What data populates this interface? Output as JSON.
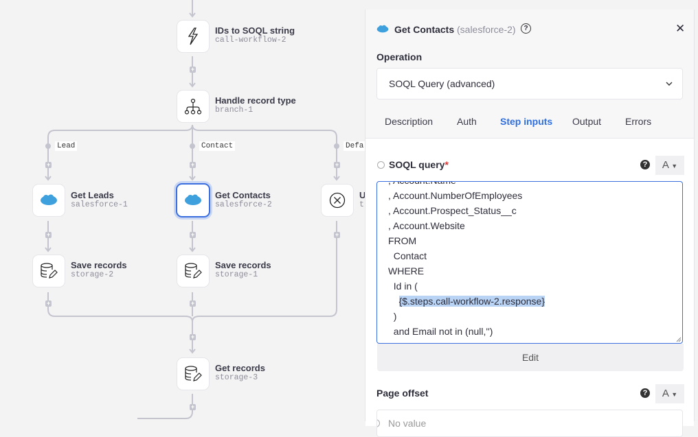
{
  "flow": {
    "nodes": [
      {
        "title": "IDs to SOQL string",
        "id": "call-workflow-2",
        "icon": "lightning-icon"
      },
      {
        "title": "Handle record type",
        "id": "branch-1",
        "icon": "branch-icon"
      },
      {
        "title": "Get Leads",
        "id": "salesforce-1",
        "icon": "salesforce-icon"
      },
      {
        "title": "Get Contacts",
        "id": "salesforce-2",
        "icon": "salesforce-icon"
      },
      {
        "title": "U",
        "id": "t",
        "icon": "close-circle-icon"
      },
      {
        "title": "Save records",
        "id": "storage-2",
        "icon": "database-edit-icon"
      },
      {
        "title": "Save records",
        "id": "storage-1",
        "icon": "database-edit-icon"
      },
      {
        "title": "Get records",
        "id": "storage-3",
        "icon": "database-edit-icon"
      }
    ],
    "branches": [
      "Lead",
      "Contact",
      "Defa"
    ],
    "selected": "salesforce-2"
  },
  "panel": {
    "title": "Get Contacts",
    "subtitle": "(salesforce-2)",
    "operation_label": "Operation",
    "operation_value": "SOQL Query (advanced)",
    "tabs": [
      "Description",
      "Auth",
      "Step inputs",
      "Output",
      "Errors"
    ],
    "active_tab": "Step inputs",
    "accent": "#2f6fe0",
    "soql": {
      "label": "SOQL query",
      "required": "*",
      "type_glyph": "A",
      "lines": [
        ", Account.Name",
        ", Account.NumberOfEmployees",
        ", Account.Prospect_Status__c",
        ", Account.Website",
        "FROM",
        "  Contact",
        "WHERE",
        "  Id in (",
        "    {$.steps.call-workflow-2.response}",
        "  )",
        "  and Email not in (null,'')"
      ],
      "edit_label": "Edit"
    },
    "page_offset": {
      "label": "Page offset",
      "type_glyph": "A",
      "placeholder": "No value"
    }
  }
}
